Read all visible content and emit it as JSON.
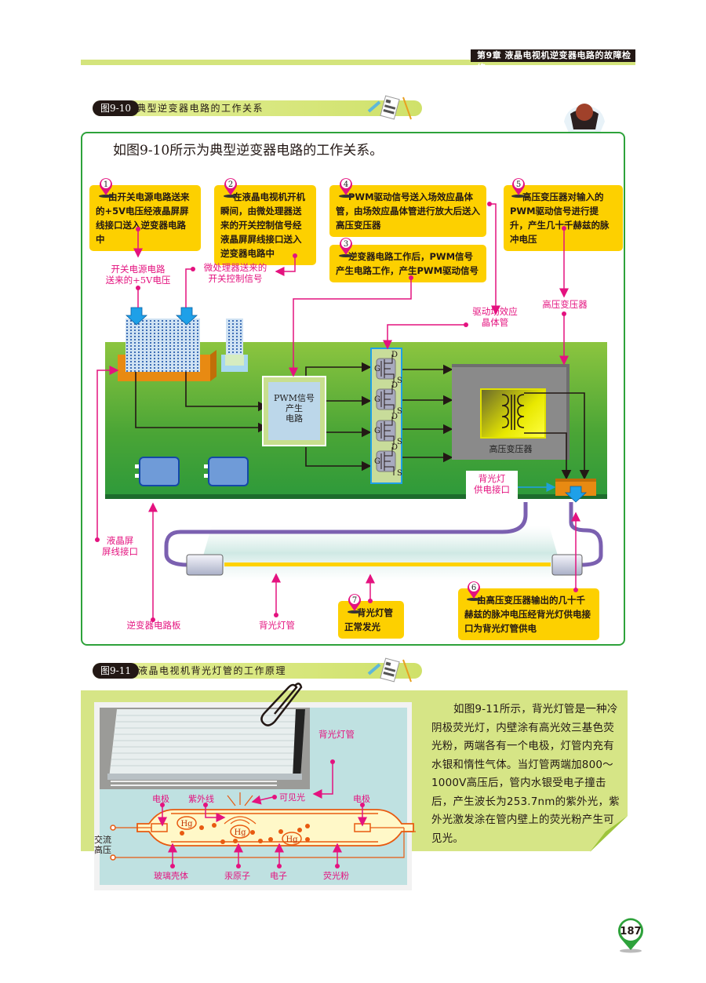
{
  "header": {
    "chapter": "第9章  液晶电视机逆变器电路的故障检修"
  },
  "figure1": {
    "tag": "图9-10",
    "title": "典型逆变器电路的工作关系",
    "intro": "如图9-10所示为典型逆变器电路的工作关系。",
    "notes": [
      {
        "num": "1",
        "text": "由开关电源电路送来的+5V电压经液晶屏屏线接口送入逆变器电路中"
      },
      {
        "num": "2",
        "text": "在液晶电视机开机瞬间，由微处理器送来的开关控制信号经液晶屏屏线接口送入逆变器电路中"
      },
      {
        "num": "3",
        "text": "逆变器电路工作后，PWM信号产生电路工作，产生PWM驱动信号"
      },
      {
        "num": "4",
        "text": "PWM驱动信号送入场效应晶体管，由场效应晶体管进行放大后送入高压变压器"
      },
      {
        "num": "5",
        "text": "高压变压器对输入的PWM驱动信号进行提升，产生几十千赫兹的脉冲电压"
      },
      {
        "num": "6",
        "text": "由高压变压器输出的几十千赫兹的脉冲电压经背光灯供电接口为背光灯管供电"
      },
      {
        "num": "7",
        "text": "背光灯管正常发光"
      }
    ],
    "labels": {
      "power_5v_line1": "开关电源电路",
      "power_5v_line2": "送来的+5V电压",
      "switch_signal_line1": "微处理器送来的",
      "switch_signal_line2": "开关控制信号",
      "drive_fet_line1": "驱动场效应",
      "drive_fet_line2": "晶体管",
      "hv_transformer": "高压变压器",
      "pwm_line1": "PWM信号",
      "pwm_line2": "产生",
      "pwm_line3": "电路",
      "transformer_inner": "高压变压器",
      "backlight_port_line1": "背光灯",
      "backlight_port_line2": "供电接口",
      "lcd_cable_line1": "液晶屏",
      "lcd_cable_line2": "屏线接口",
      "inverter_board": "逆变器电路板",
      "backlight_tube": "背光灯管",
      "fet_d": "D",
      "fet_g": "G",
      "fet_s": "S"
    }
  },
  "figure2": {
    "tag": "图9-11",
    "title": "液晶电视机背光灯管的工作原理",
    "photo_label": "背光灯管",
    "diagram_labels": {
      "electrode_left": "电极",
      "uv": "紫外线",
      "visible": "可见光",
      "electrode_right": "电极",
      "ac_line1": "交流",
      "ac_line2": "高压",
      "glass": "玻璃壳体",
      "mercury": "汞原子",
      "electron": "电子",
      "phosphor": "荧光粉",
      "hg": "Hg"
    },
    "description": "如图9-11所示，背光灯管是一种冷阴极荧光灯，内壁涂有高光效三基色荧光粉，两端各有一个电极，灯管内充有水银和惰性气体。当灯管两端加800～1000V高压后，管内水银受电子撞击后，产生波长为253.7nm的紫外光，紫外光激发涂在管内壁上的荧光粉产生可见光。"
  },
  "page_number": "187",
  "colors": {
    "accent_green": "#2ea23b",
    "note_yellow": "#fdd000",
    "magenta": "#e4127f",
    "bar_lime": "#d4e47c"
  }
}
